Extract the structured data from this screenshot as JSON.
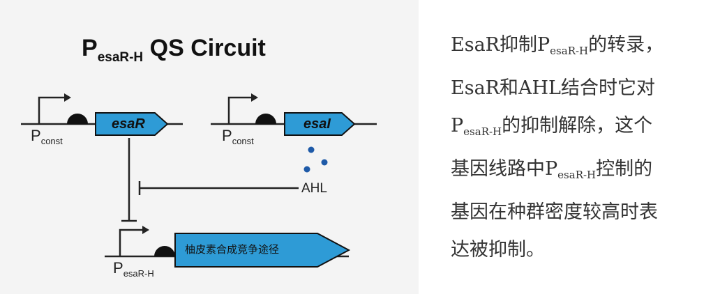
{
  "diagram": {
    "title": {
      "main": "P",
      "sub": "esaR-H",
      "rest": " QS Circuit"
    },
    "promoter_const_1": {
      "main": "P",
      "sub": "const"
    },
    "promoter_const_2": {
      "main": "P",
      "sub": "const"
    },
    "gene_1": "esaR",
    "gene_2": "esaI",
    "signal_label": "AHL",
    "promoter_3": {
      "main": "P",
      "sub": "esaR-H"
    },
    "gene_3": "柚皮素合成竞争途径",
    "colors": {
      "gene_fill": "#2e9bd6",
      "molecule": "#1e5aa8",
      "line": "#222222"
    }
  },
  "description": {
    "line1": {
      "a": "EsaR抑制P",
      "sub": "esaR-H",
      "b": "的转录，"
    },
    "line2": {
      "a": "EsaR和AHL结合时它对"
    },
    "line3": {
      "a": "P",
      "sub": "esaR-H",
      "b": "的抑制解除，这个"
    },
    "line4": {
      "a": "基因线路中P",
      "sub": "esaR-H",
      "b": "控制的"
    },
    "line5": {
      "a": "基因在种群密度较高时表"
    },
    "line6": {
      "a": "达被抑制。"
    }
  }
}
